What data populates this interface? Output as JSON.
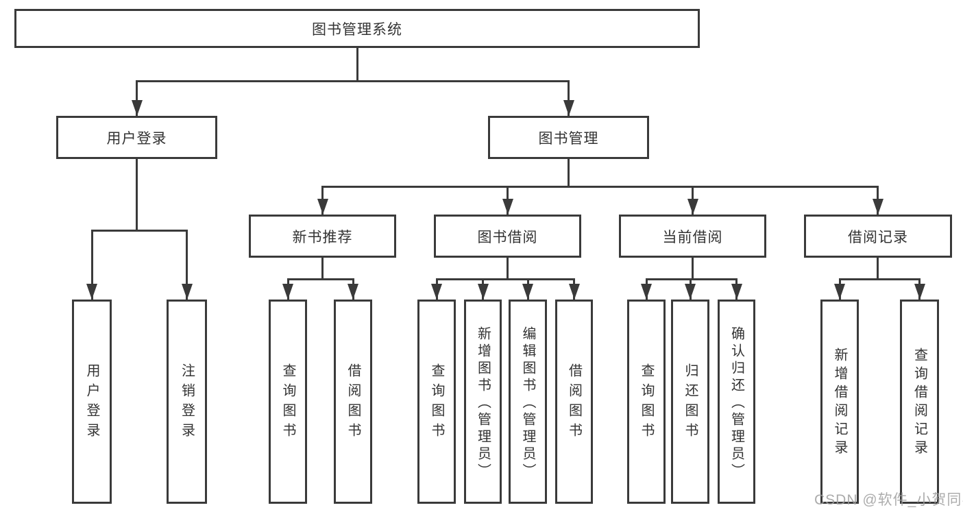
{
  "diagram": {
    "title": "图书管理系统",
    "root": {
      "label": "图书管理系统"
    },
    "level2": [
      {
        "label": "用户登录"
      },
      {
        "label": "图书管理"
      }
    ],
    "level3": [
      {
        "label": "新书推荐"
      },
      {
        "label": "图书借阅"
      },
      {
        "label": "当前借阅"
      },
      {
        "label": "借阅记录"
      }
    ],
    "leaves": {
      "login": [
        {
          "label": "用户登录"
        },
        {
          "label": "注销登录"
        }
      ],
      "recommend": [
        {
          "label": "查询图书"
        },
        {
          "label": "借阅图书"
        }
      ],
      "borrow": [
        {
          "label": "查询图书"
        },
        {
          "label": "新增图书（管理员）"
        },
        {
          "label": "编辑图书（管理员）"
        },
        {
          "label": "借阅图书"
        }
      ],
      "current": [
        {
          "label": "查询图书"
        },
        {
          "label": "归还图书"
        },
        {
          "label": "确认归还（管理员）"
        }
      ],
      "records": [
        {
          "label": "新增借阅记录"
        },
        {
          "label": "查询借阅记录"
        }
      ]
    },
    "watermark": "CSDN @软件_小贺同学",
    "colors": {
      "line": "#3a3a3a",
      "text": "#333333",
      "watermark": "#9e9e9e",
      "background": "#ffffff"
    }
  }
}
